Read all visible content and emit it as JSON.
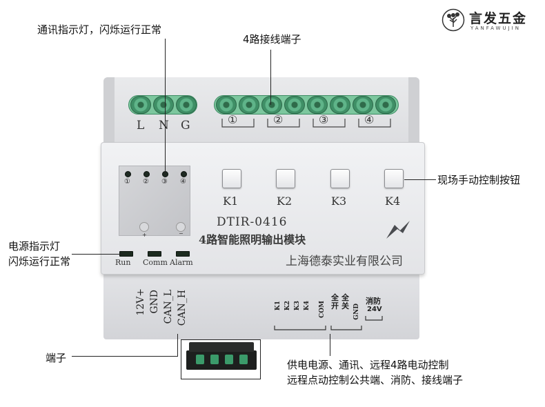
{
  "brand": {
    "name": "言发五金",
    "sub": "YANFAWUJIN"
  },
  "callouts": {
    "comm_led": "通讯指示灯，闪烁运行正常",
    "terminals_4": "4路接线端子",
    "manual_buttons": "现场手动控制按钮",
    "power_led_1": "电源指示灯",
    "power_led_2": "闪烁运行正常",
    "terminal": "端子",
    "bottom_1": "供电电源、通讯、远程4路电动控制",
    "bottom_2": "远程点动控制公共端、消防、接线端子"
  },
  "device": {
    "power_labels": [
      "L",
      "N",
      "G"
    ],
    "channel_labels": [
      "①",
      "②",
      "③",
      "④"
    ],
    "led_labels": [
      "①",
      "②",
      "③",
      "④"
    ],
    "panel_marks": [
      "+",
      "−"
    ],
    "buttons": [
      "K1",
      "K2",
      "K3",
      "K4"
    ],
    "model": "DTIR-0416",
    "product_name": "4路智能照明输出模块",
    "company": "上海德泰实业有限公司",
    "status_labels": [
      "Run",
      "Comm",
      "Alarm"
    ],
    "bottom_left_terms": [
      "12V+",
      "GND",
      "CAN_L",
      "CAN_H"
    ],
    "bottom_k_terms": [
      "K1",
      "K2",
      "K3",
      "K4",
      "COM"
    ],
    "bottom_all": [
      "全开",
      "全关"
    ],
    "bottom_gnd": "GND",
    "bottom_fire": [
      "消防",
      "24V"
    ]
  }
}
